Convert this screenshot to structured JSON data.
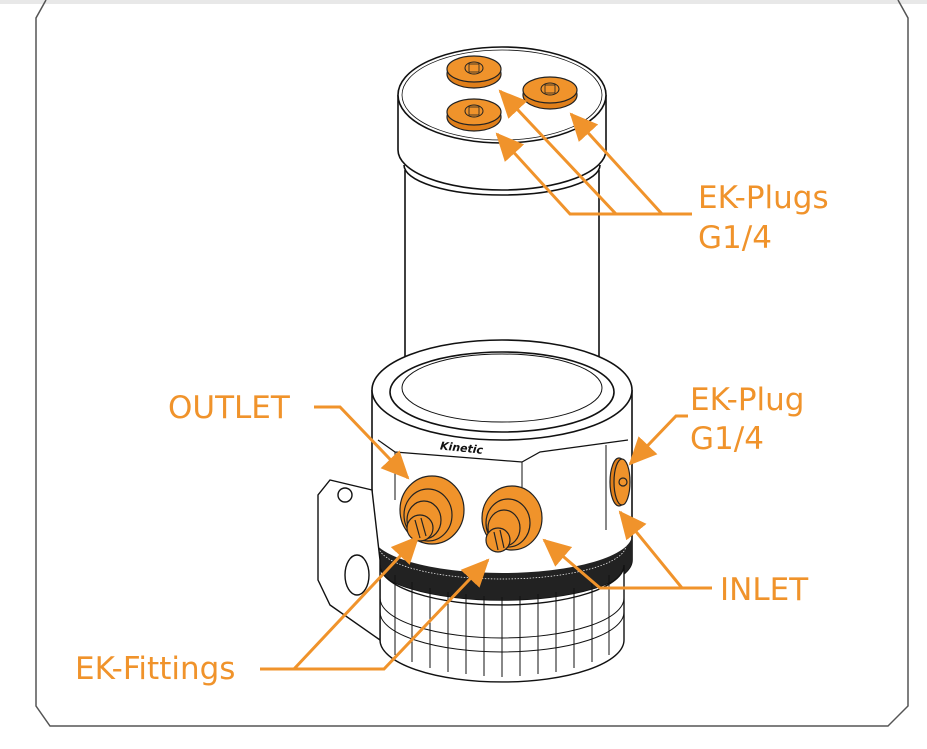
{
  "diagram": {
    "title": "Reservoir / pump unit component callouts",
    "accent_color": "#f0932b",
    "line_color": "#111111",
    "brand_mark": "Kinetic",
    "labels": {
      "plugs_top_line1": "EK-Plugs",
      "plugs_top_line2": "G1/4",
      "plug_side_line1": "EK-Plug",
      "plug_side_line2": "G1/4",
      "outlet": "OUTLET",
      "inlet": "INLET",
      "fittings": "EK-Fittings"
    }
  }
}
